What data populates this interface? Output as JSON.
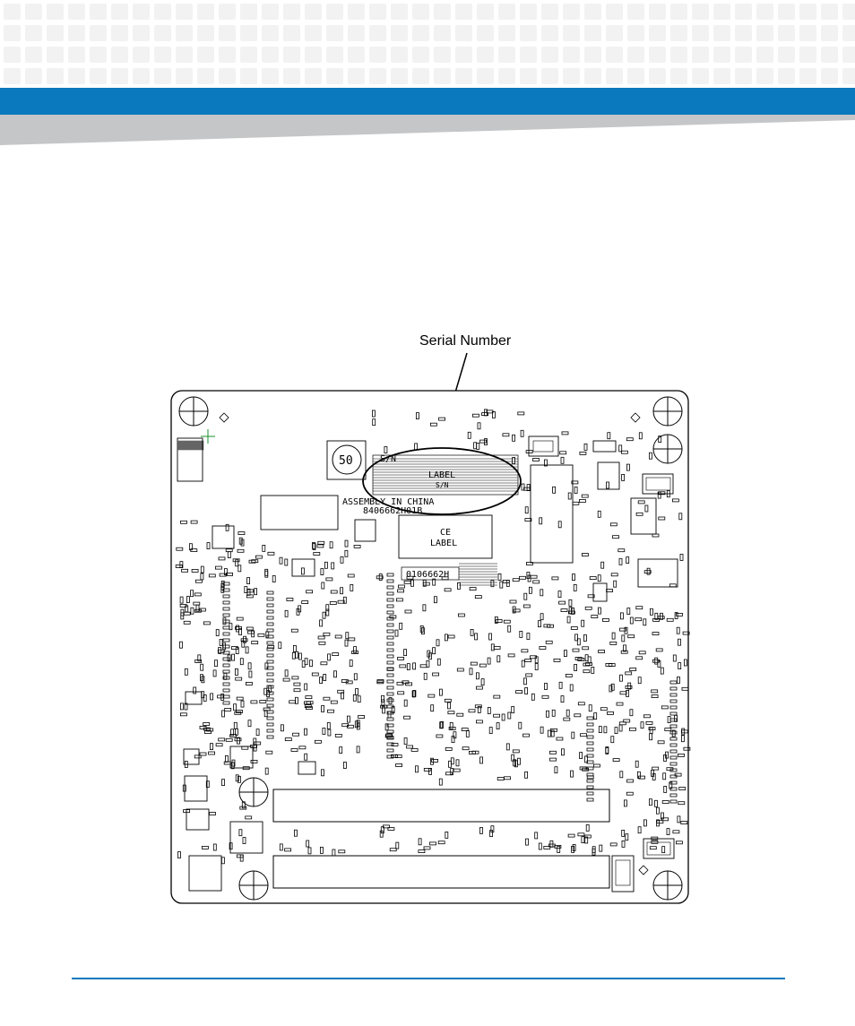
{
  "colors": {
    "accent": "#0a79bd",
    "swoosh": "#c4c6c8",
    "pattern": "#f2f2f2"
  },
  "figure": {
    "annotation": "Serial Number",
    "board_labels": {
      "label_tag": "LABEL",
      "sn_small": "S/N",
      "sn_prefix": "S/N",
      "assembly": "ASSEMBLY IN CHINA",
      "part_number": "8406662H01B",
      "ce_line1": "CE",
      "ce_line2": "LABEL",
      "revision": "0106662H",
      "badge_value": "50"
    }
  }
}
